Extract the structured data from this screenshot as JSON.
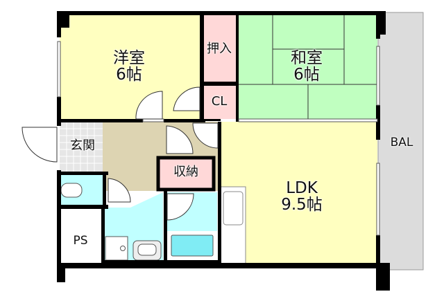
{
  "floorplan": {
    "rooms": {
      "western_room": {
        "name": "洋室",
        "size": "6帖"
      },
      "japanese_room": {
        "name": "和室",
        "size": "6帖"
      },
      "oshiire": {
        "name": "押入"
      },
      "closet": {
        "name": "CL"
      },
      "entrance": {
        "name": "玄関"
      },
      "storage": {
        "name": "収納"
      },
      "ldk": {
        "name": "LDK",
        "size": "9.5帖"
      },
      "balcony": {
        "name": "BAL"
      },
      "pipe_space": {
        "name": "PS"
      }
    },
    "colors": {
      "western_room": "#ffffc0",
      "japanese_room": "#c0ffc0",
      "storage": "#ffd0d0",
      "wet_area": "#c0ffff",
      "hallway": "#ddd4b2",
      "entrance": "#e6e6e6",
      "balcony": "#dcdcdc",
      "wall": "#000000"
    }
  }
}
